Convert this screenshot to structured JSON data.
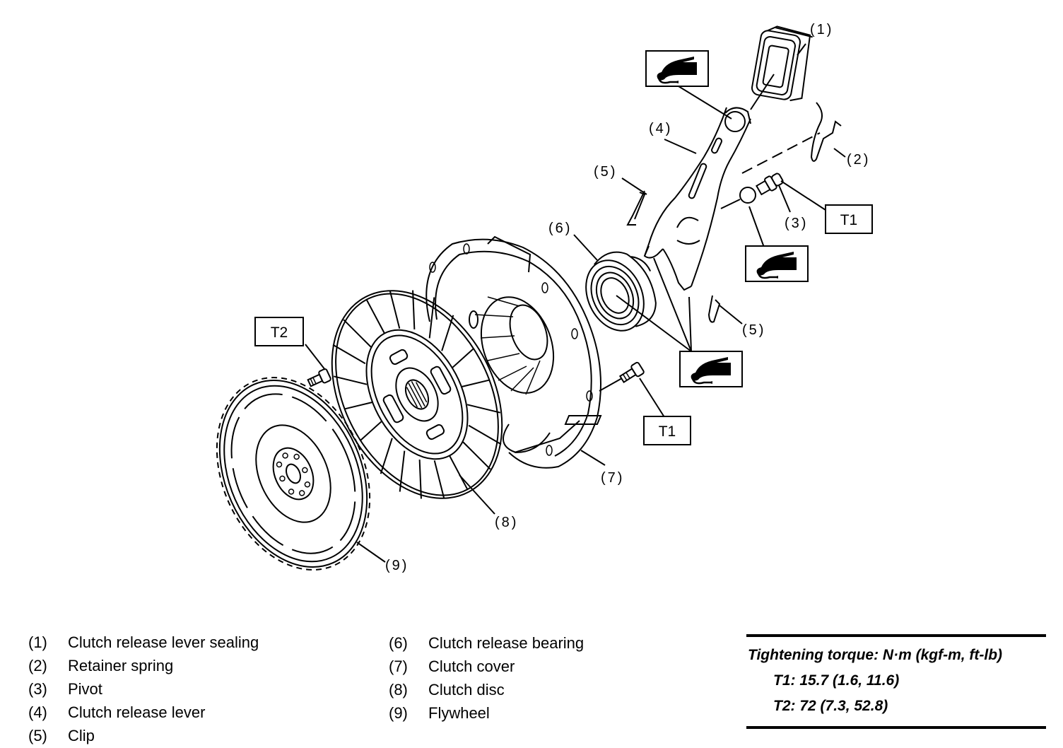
{
  "diagram": {
    "title": "Clutch assembly exploded view",
    "callouts": {
      "c1": "(1)",
      "c2": "(2)",
      "c3": "(3)",
      "c4": "(4)",
      "c5a": "(5)",
      "c5b": "(5)",
      "c6": "(6)",
      "c7": "(7)",
      "c8": "(8)",
      "c9": "(9)"
    },
    "torque_boxes": {
      "t1_pivot": "T1",
      "t1_cover": "T1",
      "t2_flywheel": "T2"
    },
    "grease_symbols": [
      "grease-lever-top",
      "grease-pivot",
      "grease-bearing"
    ]
  },
  "legend": {
    "left": [
      {
        "num": "(1)",
        "label": "Clutch release lever sealing"
      },
      {
        "num": "(2)",
        "label": "Retainer spring"
      },
      {
        "num": "(3)",
        "label": "Pivot"
      },
      {
        "num": "(4)",
        "label": "Clutch release lever"
      },
      {
        "num": "(5)",
        "label": "Clip"
      }
    ],
    "right": [
      {
        "num": "(6)",
        "label": "Clutch release bearing"
      },
      {
        "num": "(7)",
        "label": "Clutch cover"
      },
      {
        "num": "(8)",
        "label": "Clutch disc"
      },
      {
        "num": "(9)",
        "label": "Flywheel"
      }
    ]
  },
  "torque": {
    "heading": "Tightening torque: N·m (kgf-m, ft-lb)",
    "entries": [
      {
        "text": "T1: 15.7 (1.6, 11.6)"
      },
      {
        "text": "T2: 72 (7.3, 52.8)"
      }
    ]
  }
}
